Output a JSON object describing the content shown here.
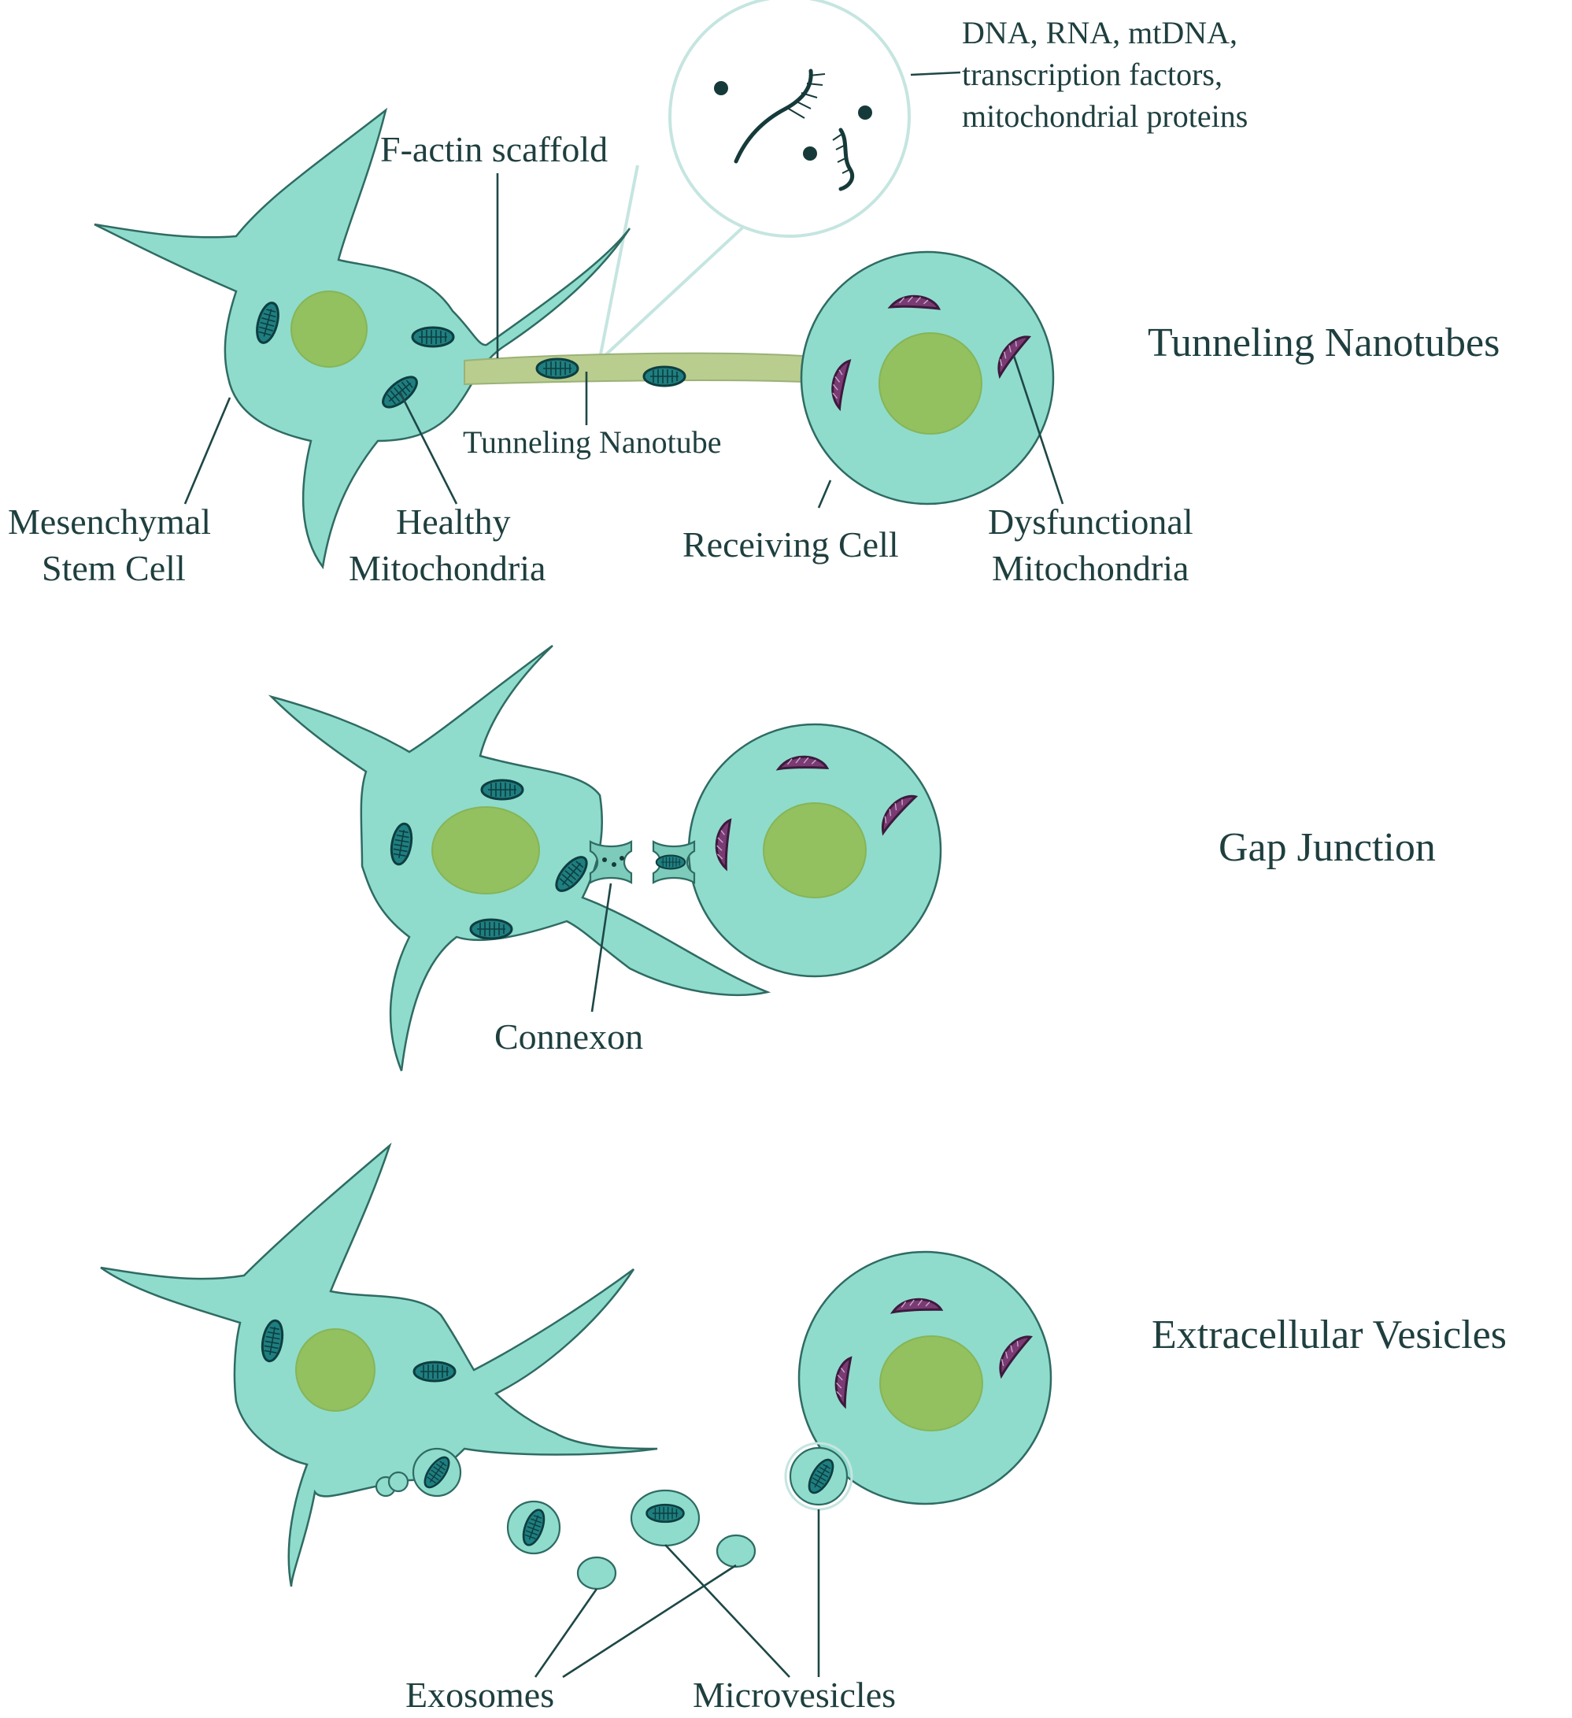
{
  "panels": {
    "tnt": {
      "title": "Tunneling Nanotubes",
      "label_factin": "F-actin scaffold",
      "label_cargo_1": "DNA, RNA, mtDNA,",
      "label_cargo_2": "transcription factors,",
      "label_cargo_3": "mitochondrial proteins",
      "label_nanotube": "Tunneling Nanotube",
      "label_msc_1": "Mesenchymal",
      "label_msc_2": "Stem Cell",
      "label_healthy_1": "Healthy",
      "label_healthy_2": "Mitochondria",
      "label_receiving": "Receiving Cell",
      "label_dysfunctional_1": "Dysfunctional",
      "label_dysfunctional_2": "Mitochondria"
    },
    "gap": {
      "title": "Gap Junction",
      "label_connexon": "Connexon"
    },
    "ev": {
      "title": "Extracellular Vesicles",
      "label_exosomes": "Exosomes",
      "label_microvesicles": "Microvesicles"
    }
  },
  "colors": {
    "cell_fill": "#8fdccd",
    "nucleus": "#93c15f",
    "healthy_mitochondria": "#1f7f80",
    "dysfunctional_mitochondria": "#7a3b74",
    "text": "#1f3f3f"
  }
}
